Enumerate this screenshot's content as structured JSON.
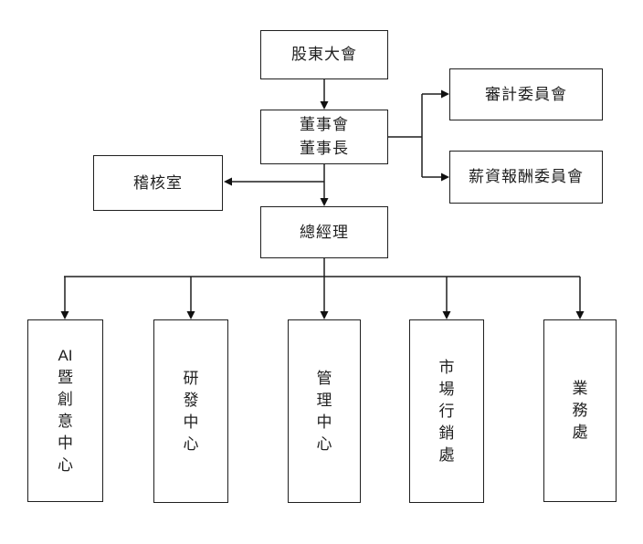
{
  "diagram": {
    "type": "org-chart",
    "background_color": "#ffffff",
    "line_color": "#1f1f1f",
    "text_color": "#1f1f1f",
    "nodes": {
      "shareholders": {
        "label": "股東大會"
      },
      "board": {
        "label": "董事會\n董事長"
      },
      "audit_committee": {
        "label": "審計委員會"
      },
      "compensation_committee": {
        "label": "薪資報酬委員會"
      },
      "audit_office": {
        "label": "稽核室"
      },
      "general_manager": {
        "label": "總經理"
      },
      "ai_creative_center": {
        "label": "AI\n暨\n創\n意\n中\n心"
      },
      "rd_center": {
        "label": "研\n發\n中\n心"
      },
      "management_center": {
        "label": "管\n理\n中\n心"
      },
      "marketing_division": {
        "label": "市\n場\n行\n銷\n處"
      },
      "business_division": {
        "label": "業\n務\n處"
      }
    },
    "edges": [
      {
        "from": "shareholders",
        "to": "board"
      },
      {
        "from": "board",
        "to": "audit_committee"
      },
      {
        "from": "board",
        "to": "compensation_committee"
      },
      {
        "from": "board",
        "to": "audit_office"
      },
      {
        "from": "board",
        "to": "general_manager"
      },
      {
        "from": "general_manager",
        "to": "ai_creative_center"
      },
      {
        "from": "general_manager",
        "to": "rd_center"
      },
      {
        "from": "general_manager",
        "to": "management_center"
      },
      {
        "from": "general_manager",
        "to": "marketing_division"
      },
      {
        "from": "general_manager",
        "to": "business_division"
      }
    ]
  }
}
